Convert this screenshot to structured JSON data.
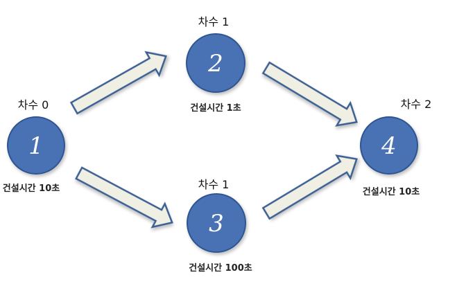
{
  "nodes": [
    {
      "id": "1",
      "number": "1",
      "degree_label": "차수 0",
      "time_label": "건설시간 10초"
    },
    {
      "id": "2",
      "number": "2",
      "degree_label": "차수 1",
      "time_label": "건설시간 1초"
    },
    {
      "id": "3",
      "number": "3",
      "degree_label": "차수 1",
      "time_label": "건설시간 100초"
    },
    {
      "id": "4",
      "number": "4",
      "degree_label": "차수 2",
      "time_label": "건설시간 10초"
    }
  ],
  "edges": [
    {
      "from": "1",
      "to": "2"
    },
    {
      "from": "1",
      "to": "3"
    },
    {
      "from": "2",
      "to": "4"
    },
    {
      "from": "3",
      "to": "4"
    }
  ],
  "colors": {
    "node_fill": "#4a72b5",
    "arrow_fill": "#efefe4",
    "arrow_stroke": "#3a5f92"
  }
}
